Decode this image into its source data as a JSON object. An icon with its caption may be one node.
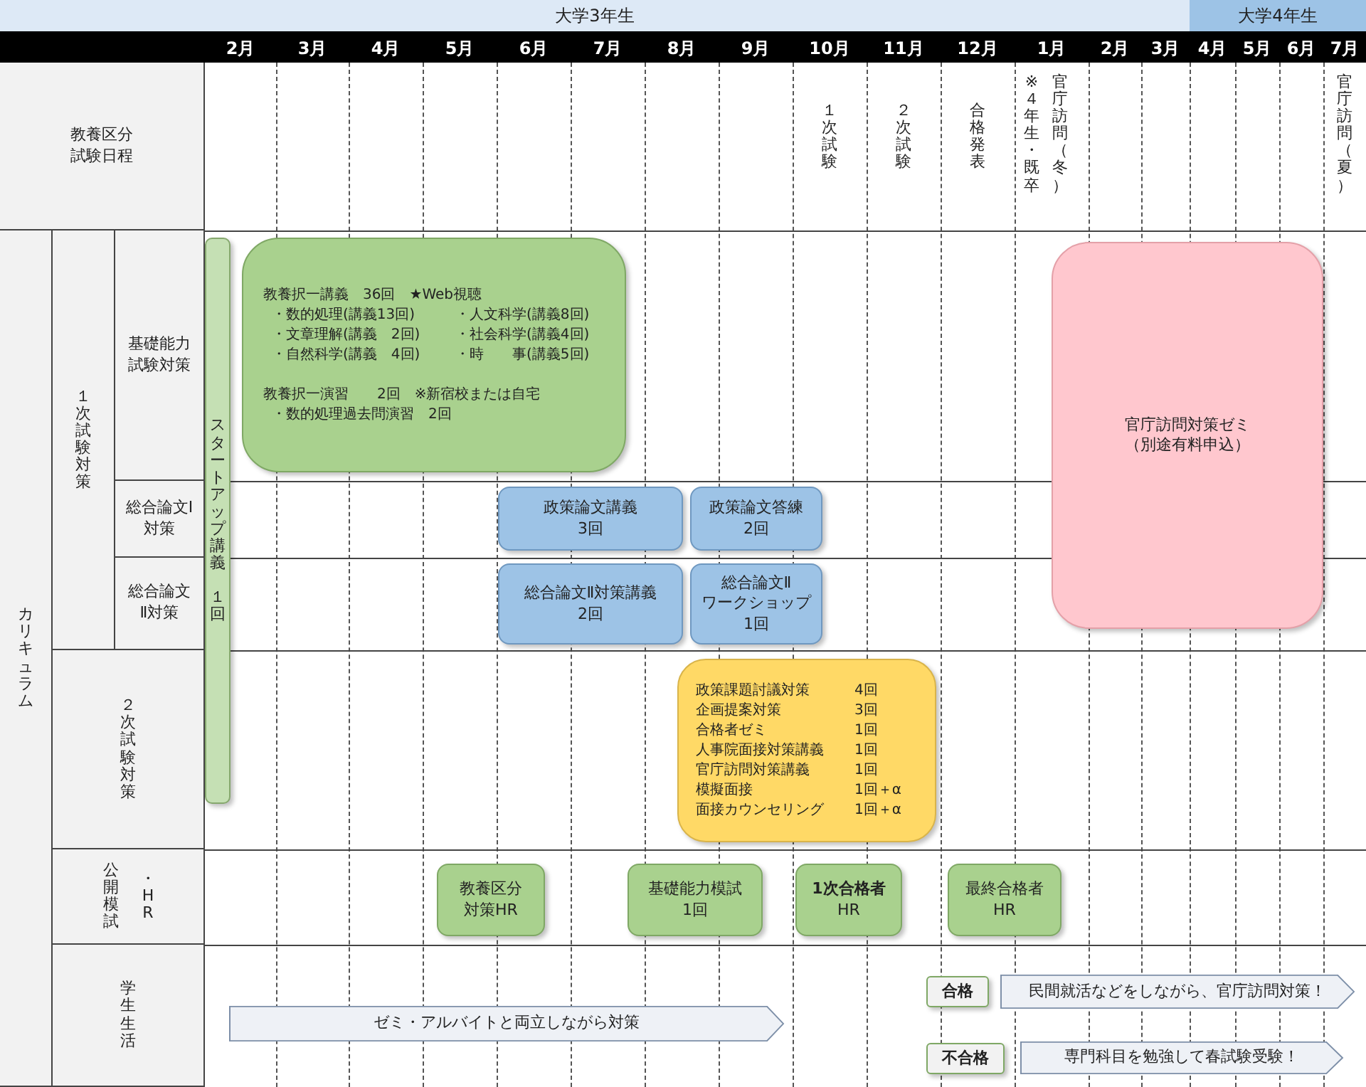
{
  "diagram": {
    "nodes": [
      {
        "text": [
          "スタートアップ講義",
          "１回"
        ]
      },
      {
        "text": [
          "教養択一講義　36回　★Web視聴",
          "・数的処理(講義13回)",
          "・人文科学(講義8回)",
          "・文章理解(講義　2回)",
          "・社会科学(講義4回)",
          "・自然科学(講義　4回)",
          "・時　　事(講義5回)",
          "教養択一演習　　2回　※新宿校または自宅",
          "・数的処理過去問演習　2回"
        ]
      },
      {
        "text": [
          "政策論文講義",
          "3回"
        ]
      },
      {
        "text": [
          "政策論文答練",
          "2回"
        ]
      },
      {
        "text": [
          "総合論文Ⅱ対策講義",
          "2回"
        ]
      },
      {
        "text": [
          "総合論文Ⅱ",
          "ワークショップ",
          "1回"
        ]
      },
      {
        "text": [
          "政策課題討議対策",
          "4回",
          "企画提案対策",
          "3回",
          "合格者ゼミ",
          "1回",
          "人事院面接対策講義",
          "1回",
          "官庁訪問対策講義",
          "1回",
          "模擬面接",
          "1回＋α",
          "面接カウンセリング",
          "1回＋α"
        ]
      },
      {
        "text": [
          "官庁訪問対策ゼミ",
          "（別途有料申込）"
        ]
      },
      {
        "text": [
          "教養区分",
          "対策HR"
        ]
      },
      {
        "text": [
          "基礎能力模試",
          "1回"
        ]
      },
      {
        "text": [
          "1次合格者",
          "HR"
        ]
      },
      {
        "text": [
          "最終合格者",
          "HR"
        ]
      },
      {
        "text": [
          "ゼミ・アルバイトと両立しながら対策"
        ]
      },
      {
        "text": [
          "合格"
        ]
      },
      {
        "text": [
          "民間就活などをしながら、官庁訪問対策！"
        ]
      },
      {
        "text": [
          "不合格"
        ]
      },
      {
        "text": [
          "専門科目を勉強して春試験受験！"
        ]
      }
    ],
    "labels": [
      "大学3年生",
      "大学4年生",
      "2月",
      "3月",
      "4月",
      "5月",
      "6月",
      "7月",
      "8月",
      "9月",
      "10月",
      "11月",
      "12月",
      "1月",
      "2月",
      "3月",
      "4月",
      "5月",
      "6月",
      "7月",
      "教養区分試験日程",
      "１次試験",
      "２次試験",
      "合格発表",
      "※４年生・既卒",
      "官庁訪問（冬）",
      "官庁訪問（夏）",
      "カリキュラム",
      "１次試験対策",
      "基礎能力試験対策",
      "総合論文Ⅰ対策",
      "総合論文Ⅱ対策",
      "２次試験対策",
      "公開模試",
      "・HR",
      "学生生活"
    ]
  }
}
